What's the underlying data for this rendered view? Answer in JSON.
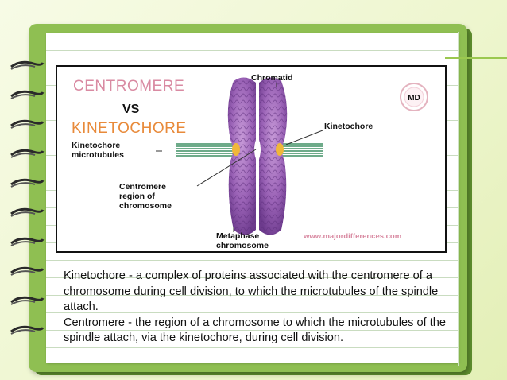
{
  "diagram": {
    "title_line1": "CENTROMERE",
    "title_vs": "VS",
    "title_line2": "KINETOCHORE",
    "label_chromatid": "Chromatid",
    "label_kinetochore": "Kinetochore",
    "label_microtubules_1": "Kinetochore",
    "label_microtubules_2": "microtubules",
    "label_centromere_1": "Centromere",
    "label_centromere_2": "region of",
    "label_centromere_3": "chromosome",
    "label_metaphase_1": "Metaphase",
    "label_metaphase_2": "chromosome",
    "logo": "MD",
    "website": "www.majordifferences.com",
    "colors": {
      "title_pink": "#d98aa2",
      "title_orange": "#e88a3a",
      "chromosome": "#9a62b6",
      "microtubule": "#3e8f63",
      "kinetochore": "#f0b73a"
    }
  },
  "caption": {
    "line1": "Kinetochore - a complex of proteins associated with the centromere of a chromosome during cell division, to which the microtubules of the spindle attach.",
    "line2": "Centromere - the region of a chromosome to which the microtubules of the spindle attach, via the kinetochore, during cell division."
  },
  "theme": {
    "notebook_green": "#8fbf52",
    "background": "#eef6cf"
  }
}
